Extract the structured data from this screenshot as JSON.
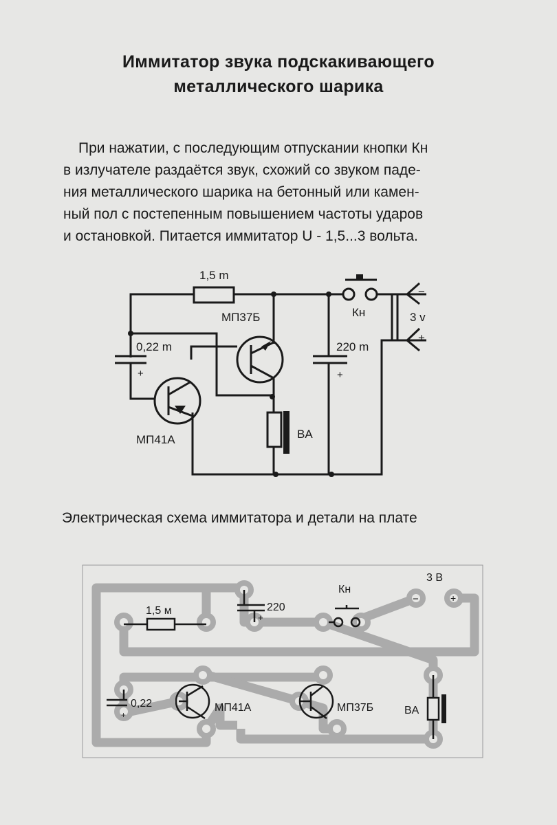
{
  "title": {
    "line1": "Иммитатор звука подскакивающего",
    "line2": "металлического шарика"
  },
  "paragraph": [
    "При нажатии,  с последующим отпускании кнопки  Кн",
    "в излучателе раздаётся звук,  схожий со звуком паде-",
    "ния металлического шарика  на  бетонный или камен-",
    "ный пол с постепенным повышением частоты ударов",
    "и остановкой.  Питается иммитатор U -  1,5...3 вольта."
  ],
  "schematic": {
    "resistor": "1,5 m",
    "transistor_q2": "МП37Б",
    "cap_small": "0,22 m",
    "cap_small_plus": "+",
    "transistor_q1": "МП41А",
    "speaker": "BA",
    "cap_big": "220 m",
    "cap_big_plus": "+",
    "button": "Кн",
    "voltage": "3 v",
    "minus": "−",
    "plus": "+"
  },
  "caption": "Электрическая схема иммитатора и детали на плате",
  "pcb": {
    "resistor": "1,5 м",
    "cap_big": "220",
    "cap_big_plus": "+",
    "button": "Кн",
    "voltage": "3 В",
    "minus": "−",
    "plus": "+",
    "cap_small": "0,22",
    "cap_small_plus": "+",
    "transistor_q1": "МП41А",
    "transistor_q2": "МП37Б",
    "speaker": "BA"
  }
}
